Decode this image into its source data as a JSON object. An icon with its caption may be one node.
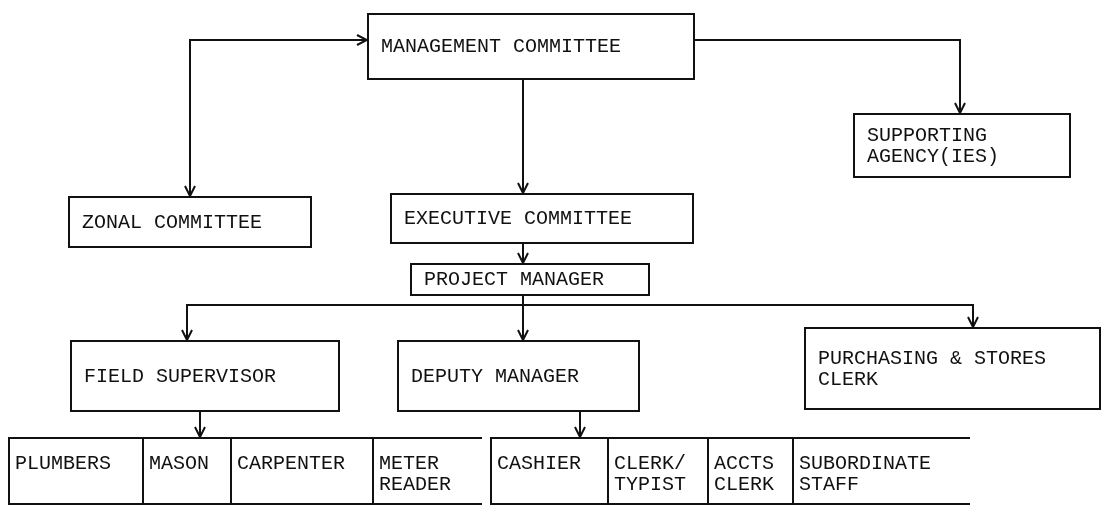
{
  "diagram": {
    "nodes": [
      {
        "text": [
          "MANAGEMENT COMMITTEE"
        ]
      },
      {
        "text": [
          "ZONAL COMMITTEE"
        ]
      },
      {
        "text": [
          "EXECUTIVE COMMITTEE"
        ]
      },
      {
        "text": [
          "SUPPORTING AGENCY(IES)"
        ]
      },
      {
        "text": [
          "PROJECT MANAGER"
        ]
      },
      {
        "text": [
          "FIELD SUPERVISOR"
        ]
      },
      {
        "text": [
          "DEPUTY MANAGER"
        ]
      },
      {
        "text": [
          "PURCHASING & STORES CLERK"
        ]
      },
      {
        "text": [],
        "shape": "box"
      },
      {
        "text": [
          "PLUMBERS"
        ],
        "in": 8
      },
      {
        "text": [
          "MASON"
        ],
        "in": 8
      },
      {
        "text": [
          "CARPENTER"
        ],
        "in": 8
      },
      {
        "text": [
          "METER READER"
        ],
        "in": 8
      },
      {
        "text": [],
        "shape": "box"
      },
      {
        "text": [
          "CASHIER"
        ],
        "in": 13
      },
      {
        "text": [
          "CLERK/ TYPIST"
        ],
        "in": 13
      },
      {
        "text": [
          "ACCTS CLERK"
        ],
        "in": 13
      },
      {
        "text": [
          "SUBORDINATE STAFF"
        ],
        "in": 13
      }
    ],
    "edges": [
      {
        "from": 0,
        "to": 1,
        "arrow": "both"
      },
      {
        "from": 0,
        "to": 2,
        "arrow": "to"
      },
      {
        "from": 0,
        "to": 3,
        "arrow": "to"
      },
      {
        "from": 2,
        "to": 4,
        "arrow": "to"
      },
      {
        "from": 4,
        "to": 5,
        "arrow": "to"
      },
      {
        "from": 4,
        "to": 6,
        "arrow": "to"
      },
      {
        "from": 4,
        "to": 7,
        "arrow": "to"
      },
      {
        "from": 5,
        "to": 8,
        "arrow": "to"
      },
      {
        "from": 6,
        "to": 13,
        "arrow": "to"
      }
    ]
  }
}
